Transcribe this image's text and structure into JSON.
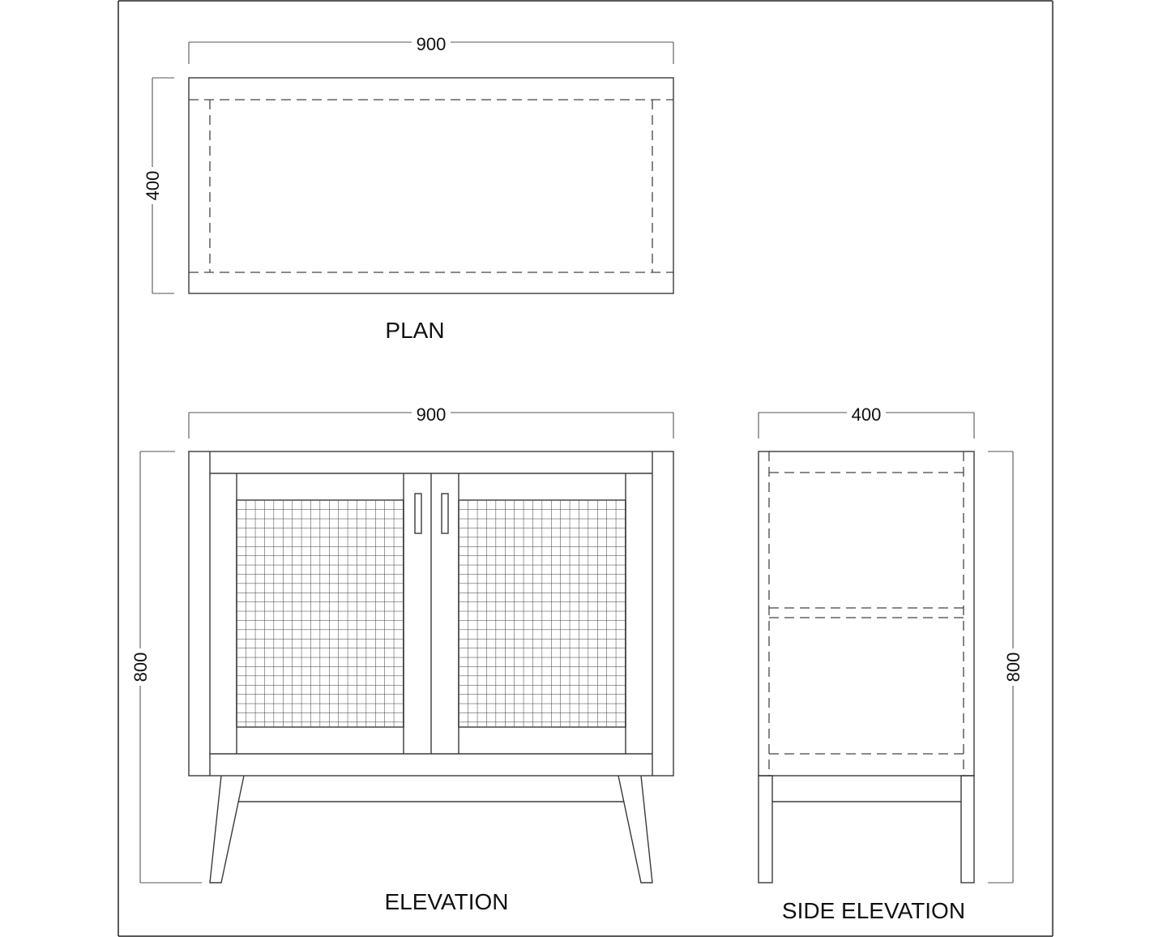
{
  "drawing": {
    "type": "furniture technical drawing",
    "views": {
      "plan": {
        "title": "PLAN",
        "dimensions": {
          "width": "900",
          "depth": "400"
        }
      },
      "elevation": {
        "title": "ELEVATION",
        "dimensions": {
          "width": "900",
          "height": "800"
        },
        "features": [
          "two cane-mesh doors",
          "two vertical bar handles",
          "splayed tapered legs",
          "leg stretcher"
        ]
      },
      "side_elevation": {
        "title": "SIDE ELEVATION",
        "dimensions": {
          "depth": "400",
          "height": "800"
        },
        "features": [
          "hidden shelf lines (dashed)",
          "straight legs",
          "side stretcher"
        ]
      }
    },
    "units": "mm",
    "colors": {
      "line": "#3a3a3a",
      "background": "#ffffff",
      "text": "#111111"
    }
  }
}
